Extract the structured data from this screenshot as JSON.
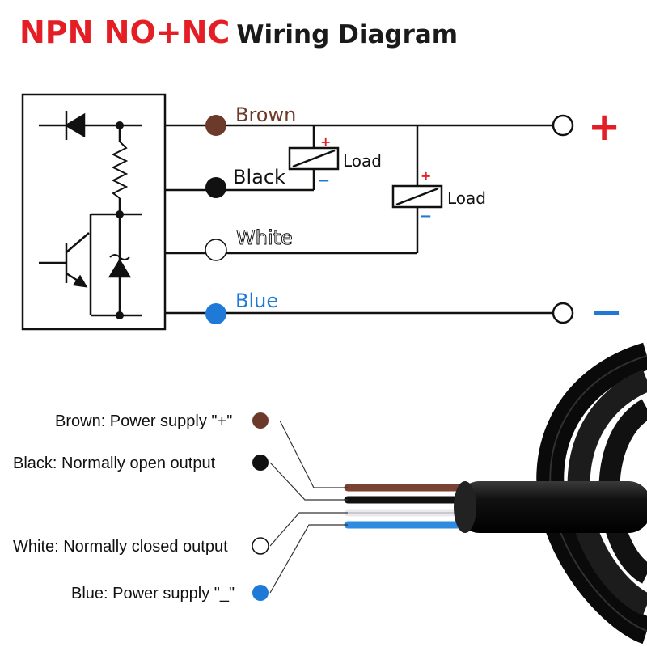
{
  "title": {
    "highlight": "NPN NO+NC",
    "rest": "Wiring Diagram"
  },
  "colors": {
    "accent_red": "#e31e24",
    "brown": "#6b3a2a",
    "black": "#111111",
    "white": "#ffffff",
    "blue": "#1e7ad6",
    "line": "#111111"
  },
  "wires": {
    "brown": "Brown",
    "black": "Black",
    "white": "White",
    "blue": "Blue"
  },
  "terminals": {
    "positive": "+",
    "negative": "−"
  },
  "loads": {
    "load1": {
      "label": "Load",
      "plus": "+",
      "minus": "−"
    },
    "load2": {
      "label": "Load",
      "plus": "+",
      "minus": "−"
    }
  },
  "legend": {
    "brown": "Brown: Power supply \"+\"",
    "black": "Black: Normally open output",
    "white": "White: Normally closed output",
    "blue": "Blue: Power supply \"_\""
  }
}
